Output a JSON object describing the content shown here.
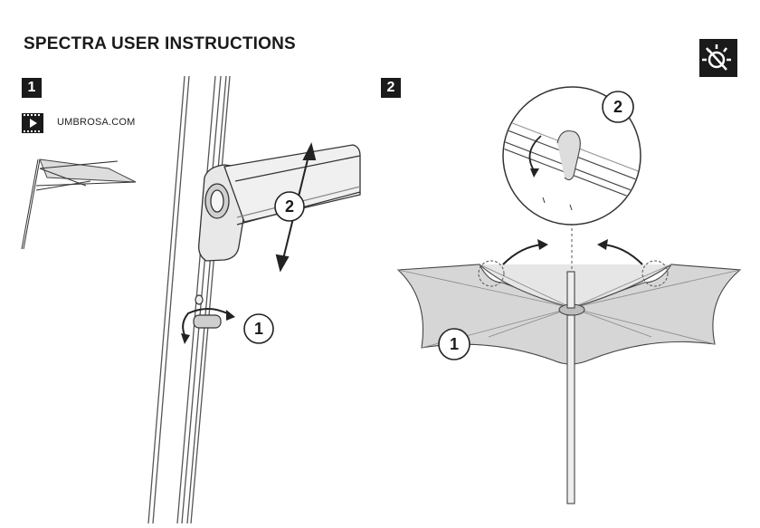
{
  "document": {
    "title": "SPECTRA USER INSTRUCTIONS",
    "website": "UMBROSA.COM"
  },
  "steps": [
    {
      "label": "1",
      "callouts": [
        "1",
        "2"
      ]
    },
    {
      "label": "2",
      "callouts": [
        "1",
        "2"
      ]
    }
  ],
  "icons": {
    "corner": "settings-sun-icon",
    "video": "video-play-icon"
  }
}
